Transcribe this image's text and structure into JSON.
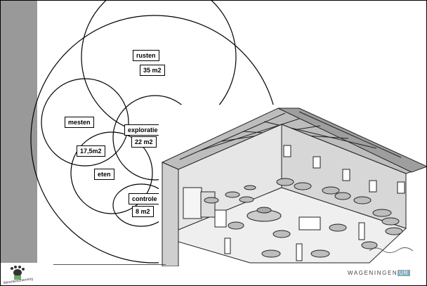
{
  "diagram": {
    "zones": [
      {
        "name": "rusten",
        "area": "35 m2"
      },
      {
        "name": "mesten",
        "area": "17,5m2"
      },
      {
        "name": "exploratie",
        "area": "22 m2"
      },
      {
        "name": "eten",
        "area": ""
      },
      {
        "name": "controle",
        "area": "8 m2"
      }
    ]
  },
  "footer": {
    "logo_text": "dierenbescherming",
    "brand": "WAGENINGEN",
    "brand_suffix": "UR"
  },
  "colors": {
    "sidebar": "#999999",
    "frame": "#000000",
    "background": "#ffffff"
  },
  "icons": [
    "paw-hand-logo-icon",
    "barn-illustration"
  ]
}
